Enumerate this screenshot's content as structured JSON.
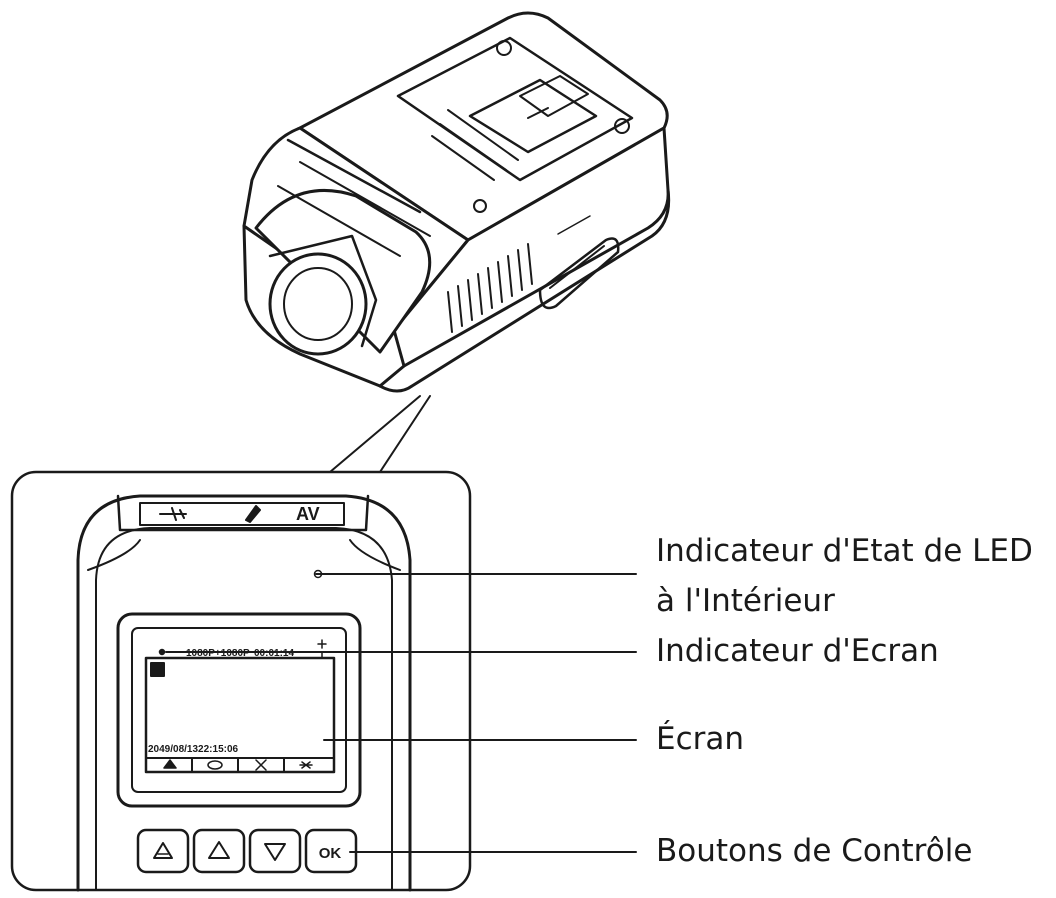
{
  "device": {
    "ports": [
      "AV"
    ],
    "screen": {
      "resolution_readout": "1080P+1080P",
      "elapsed_time": "00:01:14",
      "timestamp": "2049/08/1322:15:06"
    },
    "buttons": [
      {
        "id": "mode",
        "icon": "camera-triangle-icon"
      },
      {
        "id": "up",
        "icon": "triangle-up-icon"
      },
      {
        "id": "down",
        "icon": "triangle-down-icon"
      },
      {
        "id": "ok",
        "label": "OK"
      }
    ],
    "colors": {
      "line": "#1a1a1a",
      "background": "#ffffff"
    }
  },
  "callouts": {
    "led_line1": "Indicateur d'Etat de LED",
    "led_line2": "à l'Intérieur",
    "screen_indicator": "Indicateur d'Ecran",
    "screen": "Écran",
    "buttons": "Boutons de Contrôle"
  }
}
